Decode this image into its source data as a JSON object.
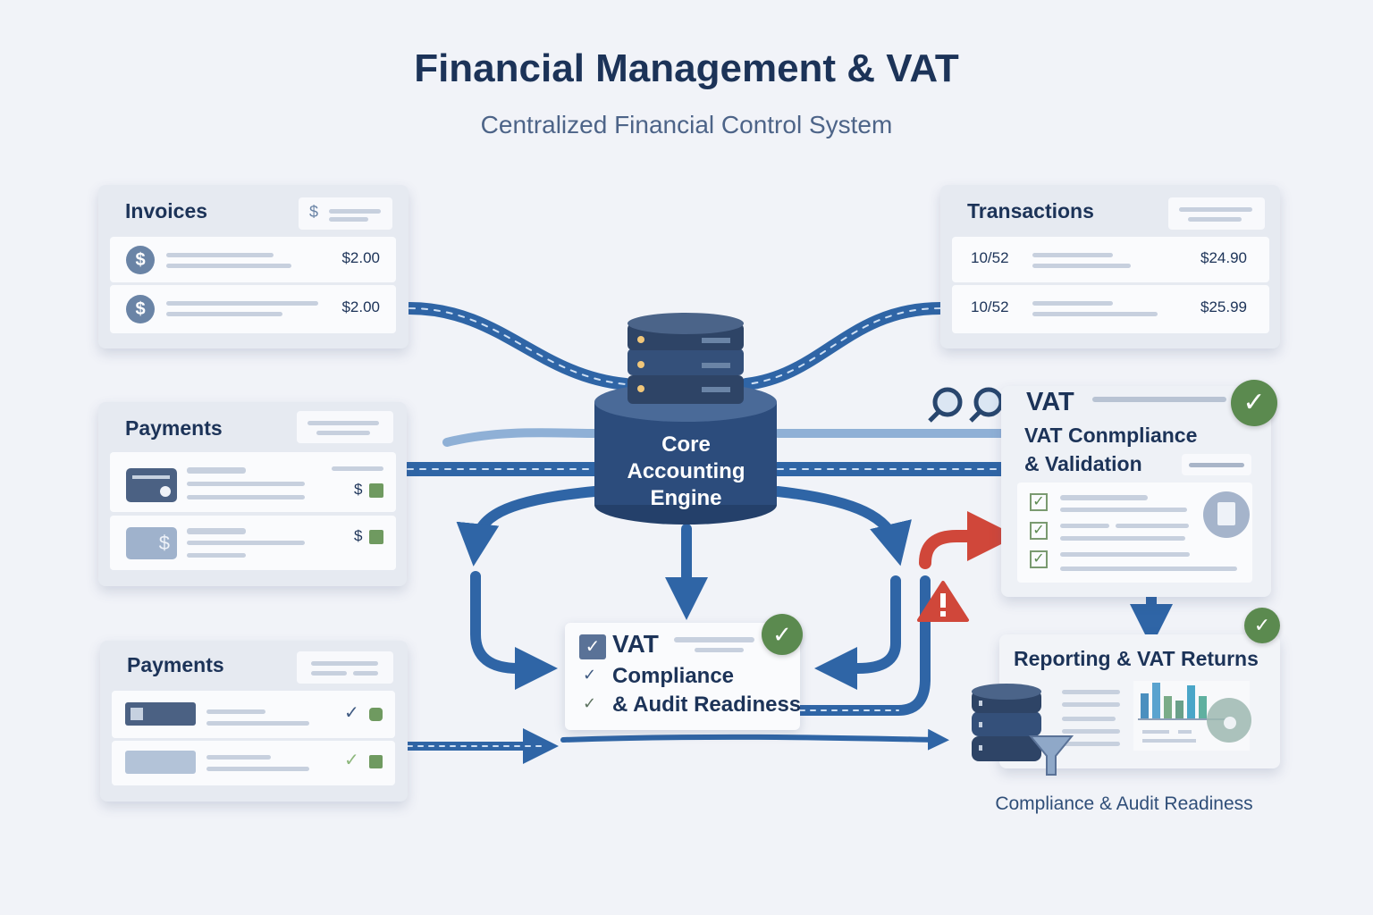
{
  "header": {
    "title": "Financial Management & VAT",
    "subtitle": "Centralized Financial Control System"
  },
  "invoices": {
    "title": "Invoices",
    "header_icon": "$",
    "rows": [
      {
        "icon": "$",
        "amount": "$2.00"
      },
      {
        "icon": "$",
        "amount": "$2.00"
      }
    ]
  },
  "transactions": {
    "title": "Transactions",
    "rows": [
      {
        "ref": "10/52",
        "amount": "$24.90"
      },
      {
        "ref": "10/52",
        "amount": "$25.99"
      }
    ]
  },
  "payments_top": {
    "title": "Payments",
    "rows": [
      {
        "symbol": "$"
      },
      {
        "symbol": "$"
      }
    ]
  },
  "payments_bottom": {
    "title": "Payments"
  },
  "engine": {
    "label": "Core Accounting Engine"
  },
  "vat_center": {
    "heading": "VAT",
    "line1": "Compliance",
    "line2": "& Audit Readiness"
  },
  "vat_panel": {
    "heading": "VAT",
    "line1": "VAT Conmpliance",
    "line2": "& Validation"
  },
  "reporting": {
    "title": "Reporting & VAT Returns"
  },
  "footer": {
    "caption": "Compliance & Audit Readiness"
  },
  "colors": {
    "navy": "#1c3358",
    "flow_blue": "#2f65a6",
    "ok_green": "#5b8a4f",
    "alert_red": "#d0473a"
  },
  "icons": [
    "dollar-coin-icon",
    "credit-card-icon",
    "cash-icon",
    "server-icon",
    "database-icon",
    "magnifier-icon",
    "check-badge-icon",
    "warning-icon",
    "funnel-icon",
    "bar-chart-icon",
    "document-icon"
  ]
}
